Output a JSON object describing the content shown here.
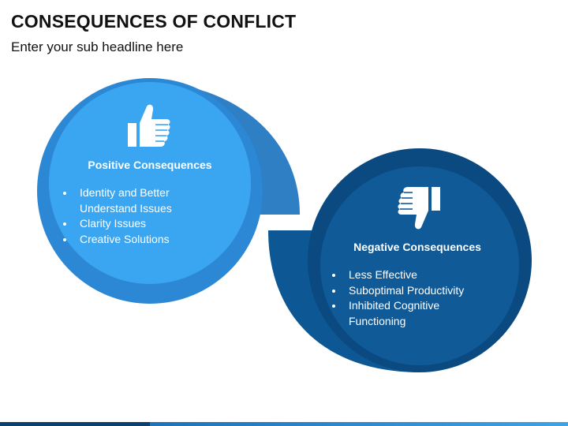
{
  "slide": {
    "title": "CONSEQUENCES OF CONFLICT",
    "subtitle": "Enter your sub headline here"
  },
  "positive": {
    "heading": "Positive Consequences",
    "icon": "thumbs-up-icon",
    "items": [
      "Identity and Better Understand Issues",
      "Clarity Issues",
      "Creative Solutions"
    ]
  },
  "negative": {
    "heading": "Negative Consequences",
    "icon": "thumbs-down-icon",
    "items": [
      "Less Effective",
      "Suboptimal Productivity",
      "Inhibited Cognitive Functioning"
    ]
  },
  "colors": {
    "light_blue": "#3aa6f2",
    "light_ring": "#2c87d4",
    "light_tail": "#2f7fc4",
    "dark_blue": "#0f5a97",
    "dark_ring": "#0a4a80",
    "dark_tail": "#0d5894"
  }
}
